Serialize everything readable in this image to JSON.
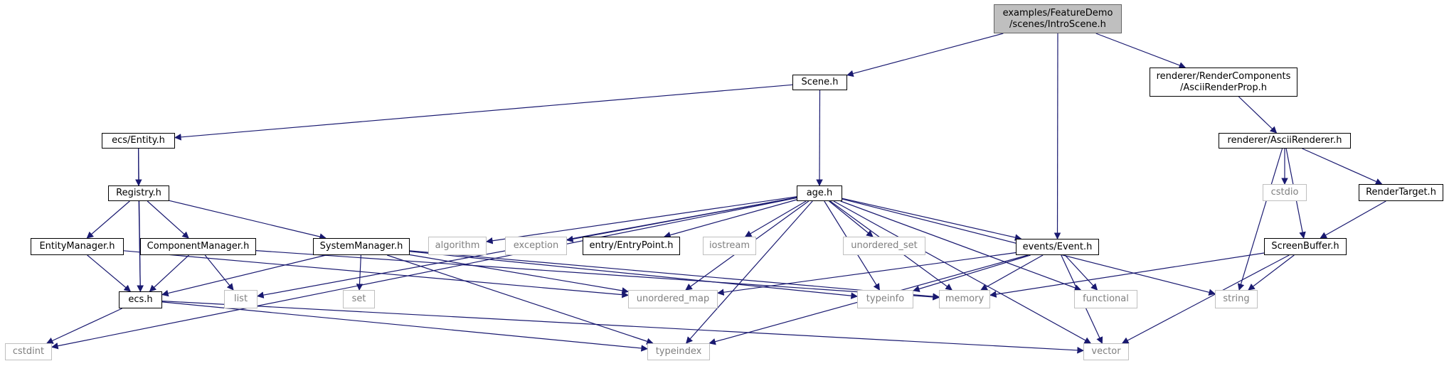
{
  "colors": {
    "edge": "#191970",
    "node_border": "#000000",
    "system_border": "#bfbfbf",
    "system_text": "#7f7f7f",
    "root_fill": "#bfbfbf"
  },
  "nodes": {
    "introscene": {
      "line1": "examples/FeatureDemo",
      "line2": "/scenes/IntroScene.h"
    },
    "scene": {
      "line1": "Scene.h"
    },
    "asciirenderprop": {
      "line1": "renderer/RenderComponents",
      "line2": "/AsciiRenderProp.h"
    },
    "ecs_entity": {
      "line1": "ecs/Entity.h"
    },
    "asciirenderer": {
      "line1": "renderer/AsciiRenderer.h"
    },
    "registry": {
      "line1": "Registry.h"
    },
    "age": {
      "line1": "age.h"
    },
    "cstdio": {
      "line1": "cstdio"
    },
    "rendertarget": {
      "line1": "RenderTarget.h"
    },
    "entitymanager": {
      "line1": "EntityManager.h"
    },
    "componentmanager": {
      "line1": "ComponentManager.h"
    },
    "systemmanager": {
      "line1": "SystemManager.h"
    },
    "algorithm": {
      "line1": "algorithm"
    },
    "exception": {
      "line1": "exception"
    },
    "entrypoint": {
      "line1": "entry/EntryPoint.h"
    },
    "iostream": {
      "line1": "iostream"
    },
    "unordered_set": {
      "line1": "unordered_set"
    },
    "event": {
      "line1": "events/Event.h"
    },
    "screenbuffer": {
      "line1": "ScreenBuffer.h"
    },
    "ecs": {
      "line1": "ecs.h"
    },
    "list": {
      "line1": "list"
    },
    "set": {
      "line1": "set"
    },
    "unordered_map": {
      "line1": "unordered_map"
    },
    "typeinfo": {
      "line1": "typeinfo"
    },
    "memory": {
      "line1": "memory"
    },
    "functional": {
      "line1": "functional"
    },
    "string": {
      "line1": "string"
    },
    "cstdint": {
      "line1": "cstdint"
    },
    "typeindex": {
      "line1": "typeindex"
    },
    "vector": {
      "line1": "vector"
    }
  },
  "edges": [
    [
      "introscene",
      "scene"
    ],
    [
      "introscene",
      "event"
    ],
    [
      "introscene",
      "asciirenderprop"
    ],
    [
      "scene",
      "ecs_entity"
    ],
    [
      "scene",
      "age"
    ],
    [
      "asciirenderprop",
      "asciirenderer"
    ],
    [
      "asciirenderer",
      "string"
    ],
    [
      "asciirenderer",
      "cstdio"
    ],
    [
      "asciirenderer",
      "screenbuffer"
    ],
    [
      "asciirenderer",
      "rendertarget"
    ],
    [
      "rendertarget",
      "screenbuffer"
    ],
    [
      "screenbuffer",
      "memory"
    ],
    [
      "screenbuffer",
      "string"
    ],
    [
      "screenbuffer",
      "vector"
    ],
    [
      "ecs_entity",
      "registry"
    ],
    [
      "ecs_entity",
      "ecs"
    ],
    [
      "registry",
      "entitymanager"
    ],
    [
      "registry",
      "componentmanager"
    ],
    [
      "registry",
      "systemmanager"
    ],
    [
      "registry",
      "ecs"
    ],
    [
      "entitymanager",
      "ecs"
    ],
    [
      "entitymanager",
      "unordered_map"
    ],
    [
      "componentmanager",
      "ecs"
    ],
    [
      "componentmanager",
      "list"
    ],
    [
      "componentmanager",
      "memory"
    ],
    [
      "systemmanager",
      "ecs"
    ],
    [
      "systemmanager",
      "set"
    ],
    [
      "systemmanager",
      "typeindex"
    ],
    [
      "systemmanager",
      "unordered_map"
    ],
    [
      "systemmanager",
      "typeinfo"
    ],
    [
      "systemmanager",
      "memory"
    ],
    [
      "ecs",
      "cstdint"
    ],
    [
      "ecs",
      "typeindex"
    ],
    [
      "ecs",
      "vector"
    ],
    [
      "age",
      "cstdint"
    ],
    [
      "age",
      "list"
    ],
    [
      "age",
      "algorithm"
    ],
    [
      "age",
      "exception"
    ],
    [
      "age",
      "entrypoint"
    ],
    [
      "age",
      "iostream"
    ],
    [
      "age",
      "unordered_set"
    ],
    [
      "age",
      "event"
    ],
    [
      "age",
      "unordered_map"
    ],
    [
      "age",
      "typeindex"
    ],
    [
      "age",
      "typeinfo"
    ],
    [
      "age",
      "memory"
    ],
    [
      "age",
      "functional"
    ],
    [
      "age",
      "vector"
    ],
    [
      "age",
      "string"
    ],
    [
      "event",
      "unordered_map"
    ],
    [
      "event",
      "typeinfo"
    ],
    [
      "event",
      "memory"
    ],
    [
      "event",
      "functional"
    ],
    [
      "event",
      "typeindex"
    ],
    [
      "event",
      "vector"
    ]
  ]
}
